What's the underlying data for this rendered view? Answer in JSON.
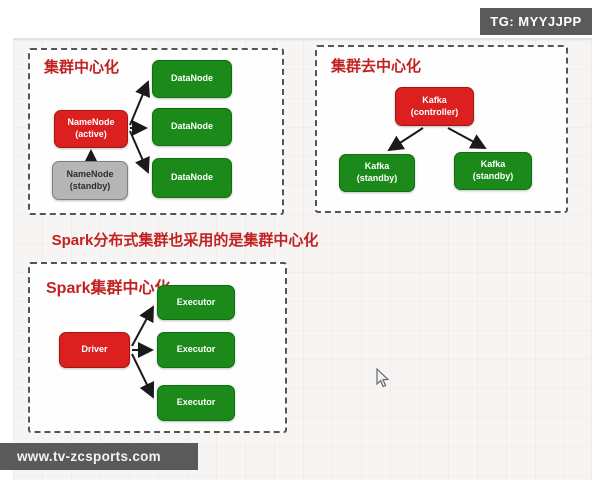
{
  "badge": {
    "text": "TG: MYYJJPP"
  },
  "watermark": {
    "text": "www.tv-zcsports.com"
  },
  "caption": {
    "text": "Spark分布式集群也采用的是集群中心化"
  },
  "panels": {
    "hdfs": {
      "title": "集群中心化",
      "nodes": {
        "namenode_active": {
          "label": "NameNode",
          "sublabel": "(active)"
        },
        "namenode_standby": {
          "label": "NameNode",
          "sublabel": "(standby)"
        },
        "datanode1": {
          "label": "DataNode"
        },
        "datanode2": {
          "label": "DataNode"
        },
        "datanode3": {
          "label": "DataNode"
        }
      }
    },
    "kafka": {
      "title": "集群去中心化",
      "nodes": {
        "controller": {
          "label": "Kafka",
          "sublabel": "(controller)"
        },
        "standby1": {
          "label": "Kafka",
          "sublabel": "(standby)"
        },
        "standby2": {
          "label": "Kafka",
          "sublabel": "(standby)"
        }
      }
    },
    "spark": {
      "title": "Spark集群中心化",
      "nodes": {
        "driver": {
          "label": "Driver"
        },
        "executor1": {
          "label": "Executor"
        },
        "executor2": {
          "label": "Executor"
        },
        "executor3": {
          "label": "Executor"
        }
      }
    }
  },
  "colors": {
    "node_red": "#dc2020",
    "node_green": "#1b8a1b",
    "node_gray": "#b5b5b5",
    "title_red": "#c22121",
    "badge_bg": "#5a5a5a",
    "canvas_bg": "#f7f5f3",
    "dashed_border": "#555555"
  }
}
